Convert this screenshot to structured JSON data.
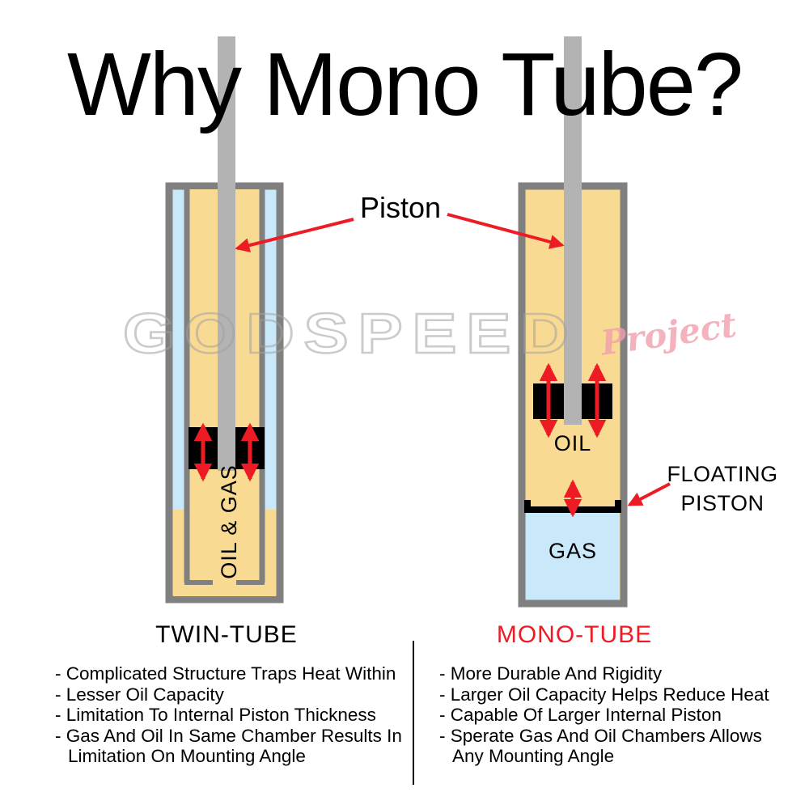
{
  "title": "Why Mono Tube?",
  "watermark": {
    "main": "GODSPEED",
    "script": "Project"
  },
  "labels": {
    "piston": "Piston",
    "floating_piston_line1": "FLOATING",
    "floating_piston_line2": "PISTON",
    "oil_gas": "OIL & GAS",
    "oil": "OIL",
    "gas": "GAS"
  },
  "twin": {
    "name": "TWIN-TUBE",
    "bullets": [
      "- Complicated Structure Traps Heat Within",
      "- Lesser Oil Capacity",
      "- Limitation To Internal Piston Thickness",
      "- Gas And Oil In Same Chamber Results In",
      "Limitation On Mounting Angle"
    ]
  },
  "mono": {
    "name": "MONO-TUBE",
    "bullets": [
      "- More Durable And Rigidity",
      "- Larger Oil Capacity Helps Reduce Heat",
      "- Capable Of Larger Internal Piston",
      "- Sperate Gas And Oil Chambers Allows",
      "Any Mounting Angle"
    ]
  },
  "colors": {
    "accent_red": "#ed1c24",
    "tube_border_gray": "#808080",
    "piston_rod_gray": "#b3b3b3",
    "oil_tan": "#f9da92",
    "gas_blue": "#c9e8f9",
    "watermark_gray": "#a2a2a2",
    "watermark_pink": "#f29fae"
  }
}
